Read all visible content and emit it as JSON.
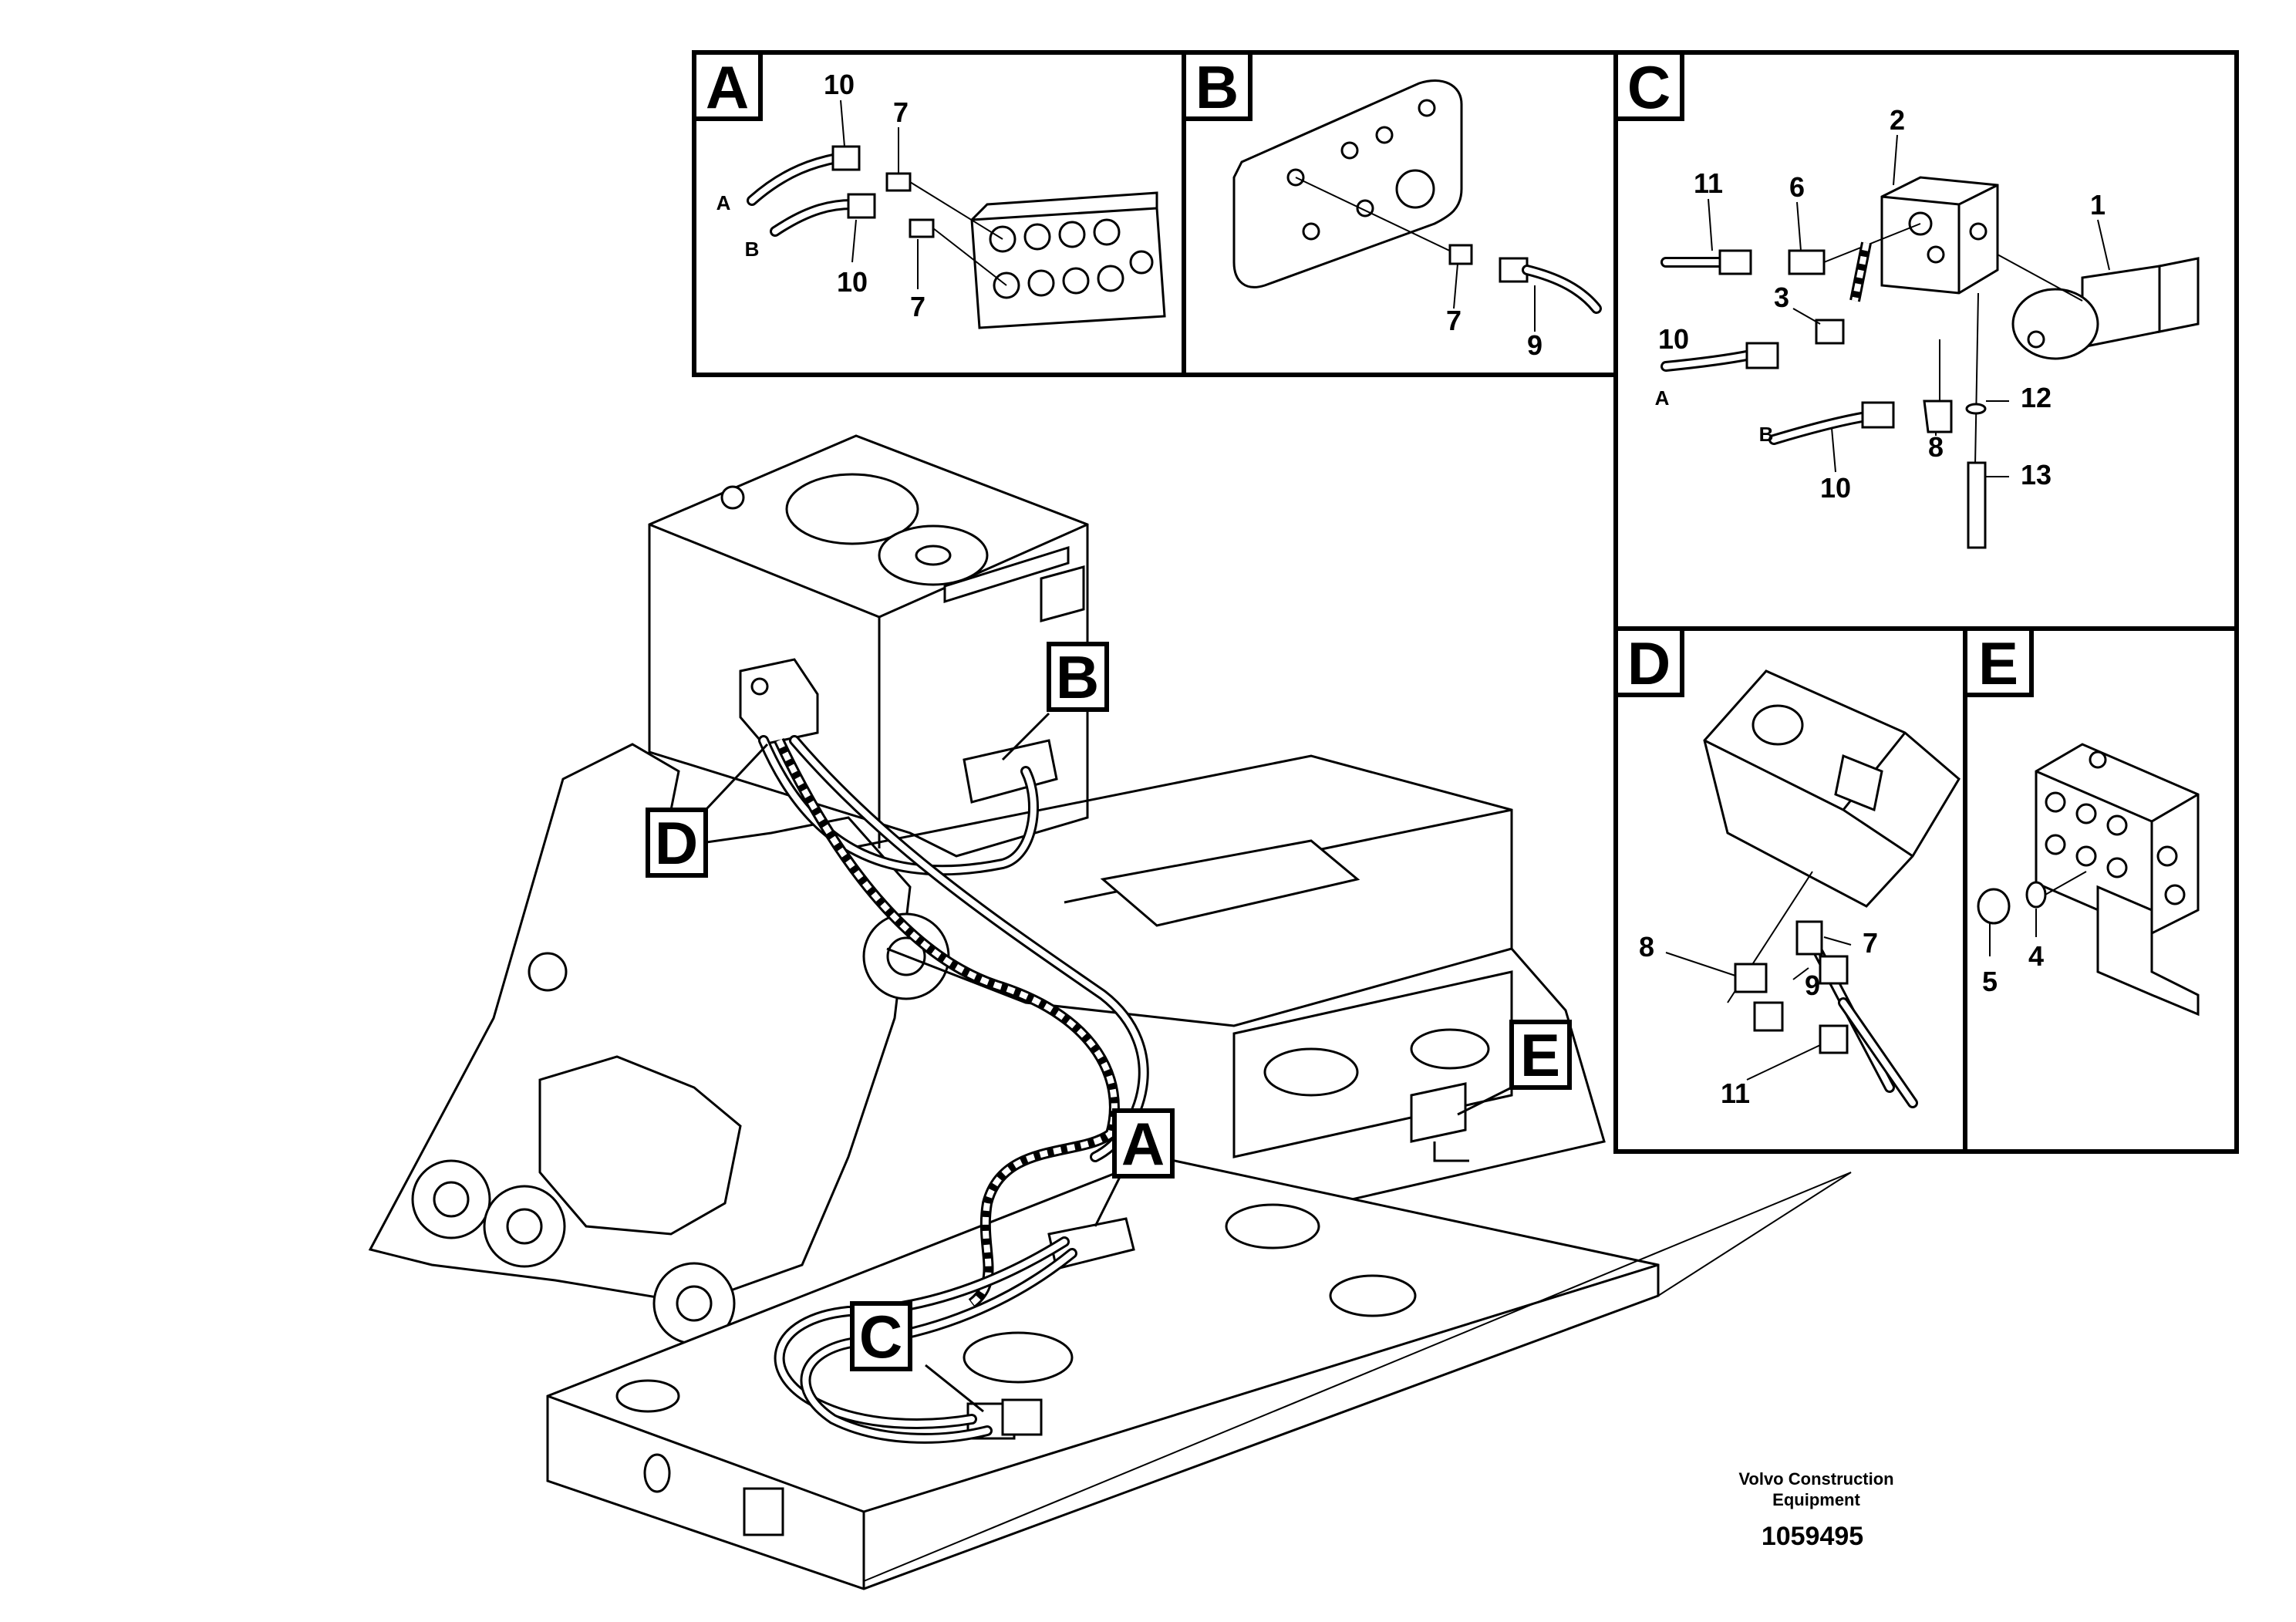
{
  "brand": {
    "line1": "Volvo Construction",
    "line2": "Equipment"
  },
  "drawing_number": "1059495",
  "main_callouts": {
    "A": "A",
    "B": "B",
    "C": "C",
    "D": "D",
    "E": "E"
  },
  "panels": {
    "A": {
      "letter": "A",
      "labels": {
        "n10_top": "10",
        "n7_top": "7",
        "n10_bottom": "10",
        "n7_bottom": "7",
        "hose_a": "A",
        "hose_b": "B"
      }
    },
    "B": {
      "letter": "B",
      "labels": {
        "n7": "7",
        "n9": "9"
      }
    },
    "C": {
      "letter": "C",
      "labels": {
        "n1": "1",
        "n2": "2",
        "n3": "3",
        "n6": "6",
        "n8": "8",
        "n10_top": "10",
        "n10_bottom": "10",
        "n11": "11",
        "n12": "12",
        "n13": "13",
        "hose_a": "A",
        "hose_b": "B"
      }
    },
    "D": {
      "letter": "D",
      "labels": {
        "n7": "7",
        "n8": "8",
        "n9": "9",
        "n11": "11"
      }
    },
    "E": {
      "letter": "E",
      "labels": {
        "n4": "4",
        "n5": "5"
      }
    }
  }
}
